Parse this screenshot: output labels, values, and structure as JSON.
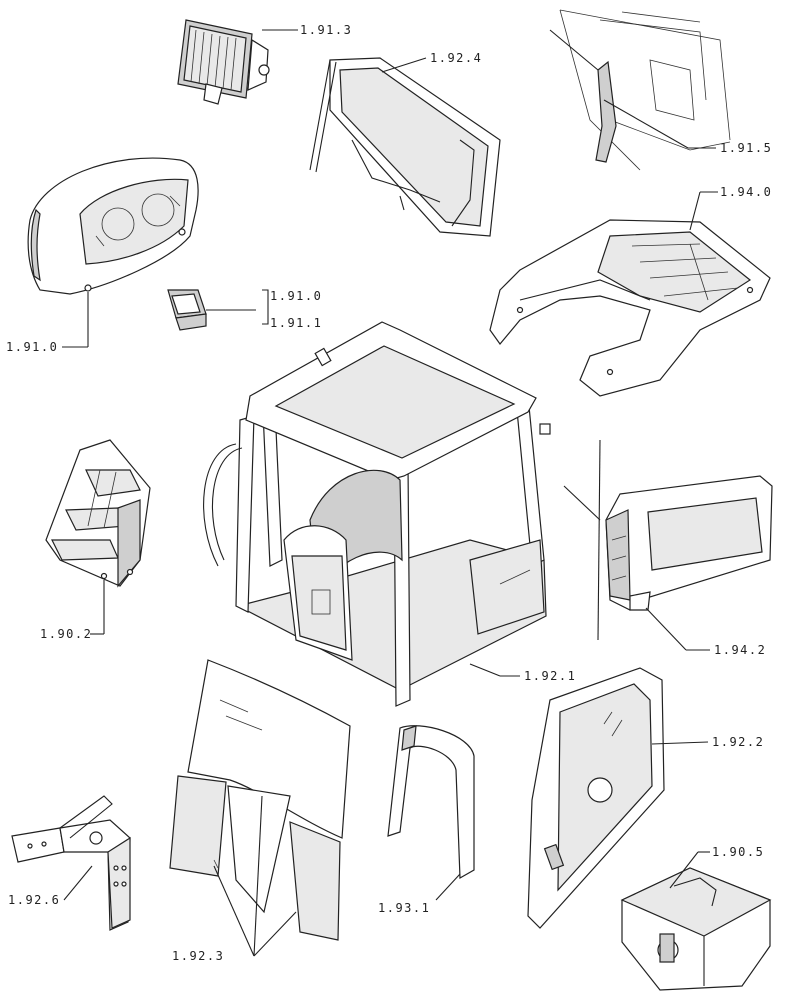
{
  "diagram": {
    "callouts": [
      {
        "id": "work-light",
        "label": "1.91.3"
      },
      {
        "id": "rear-window",
        "label": "1.92.4"
      },
      {
        "id": "wiper",
        "label": "1.91.5"
      },
      {
        "id": "roof-panel",
        "label": "1.94.0"
      },
      {
        "id": "switch-a",
        "label": "1.91.0"
      },
      {
        "id": "switch-b",
        "label": "1.91.1"
      },
      {
        "id": "instrument-cluster",
        "label": "1.91.0"
      },
      {
        "id": "step",
        "label": "1.90.2"
      },
      {
        "id": "side-console",
        "label": "1.94.2"
      },
      {
        "id": "cab-frame",
        "label": "1.92.1"
      },
      {
        "id": "door",
        "label": "1.92.2"
      },
      {
        "id": "toolbox",
        "label": "1.90.5"
      },
      {
        "id": "bracket",
        "label": "1.92.6"
      },
      {
        "id": "seal",
        "label": "1.93.1"
      },
      {
        "id": "glass-set",
        "label": "1.92.3"
      }
    ]
  }
}
